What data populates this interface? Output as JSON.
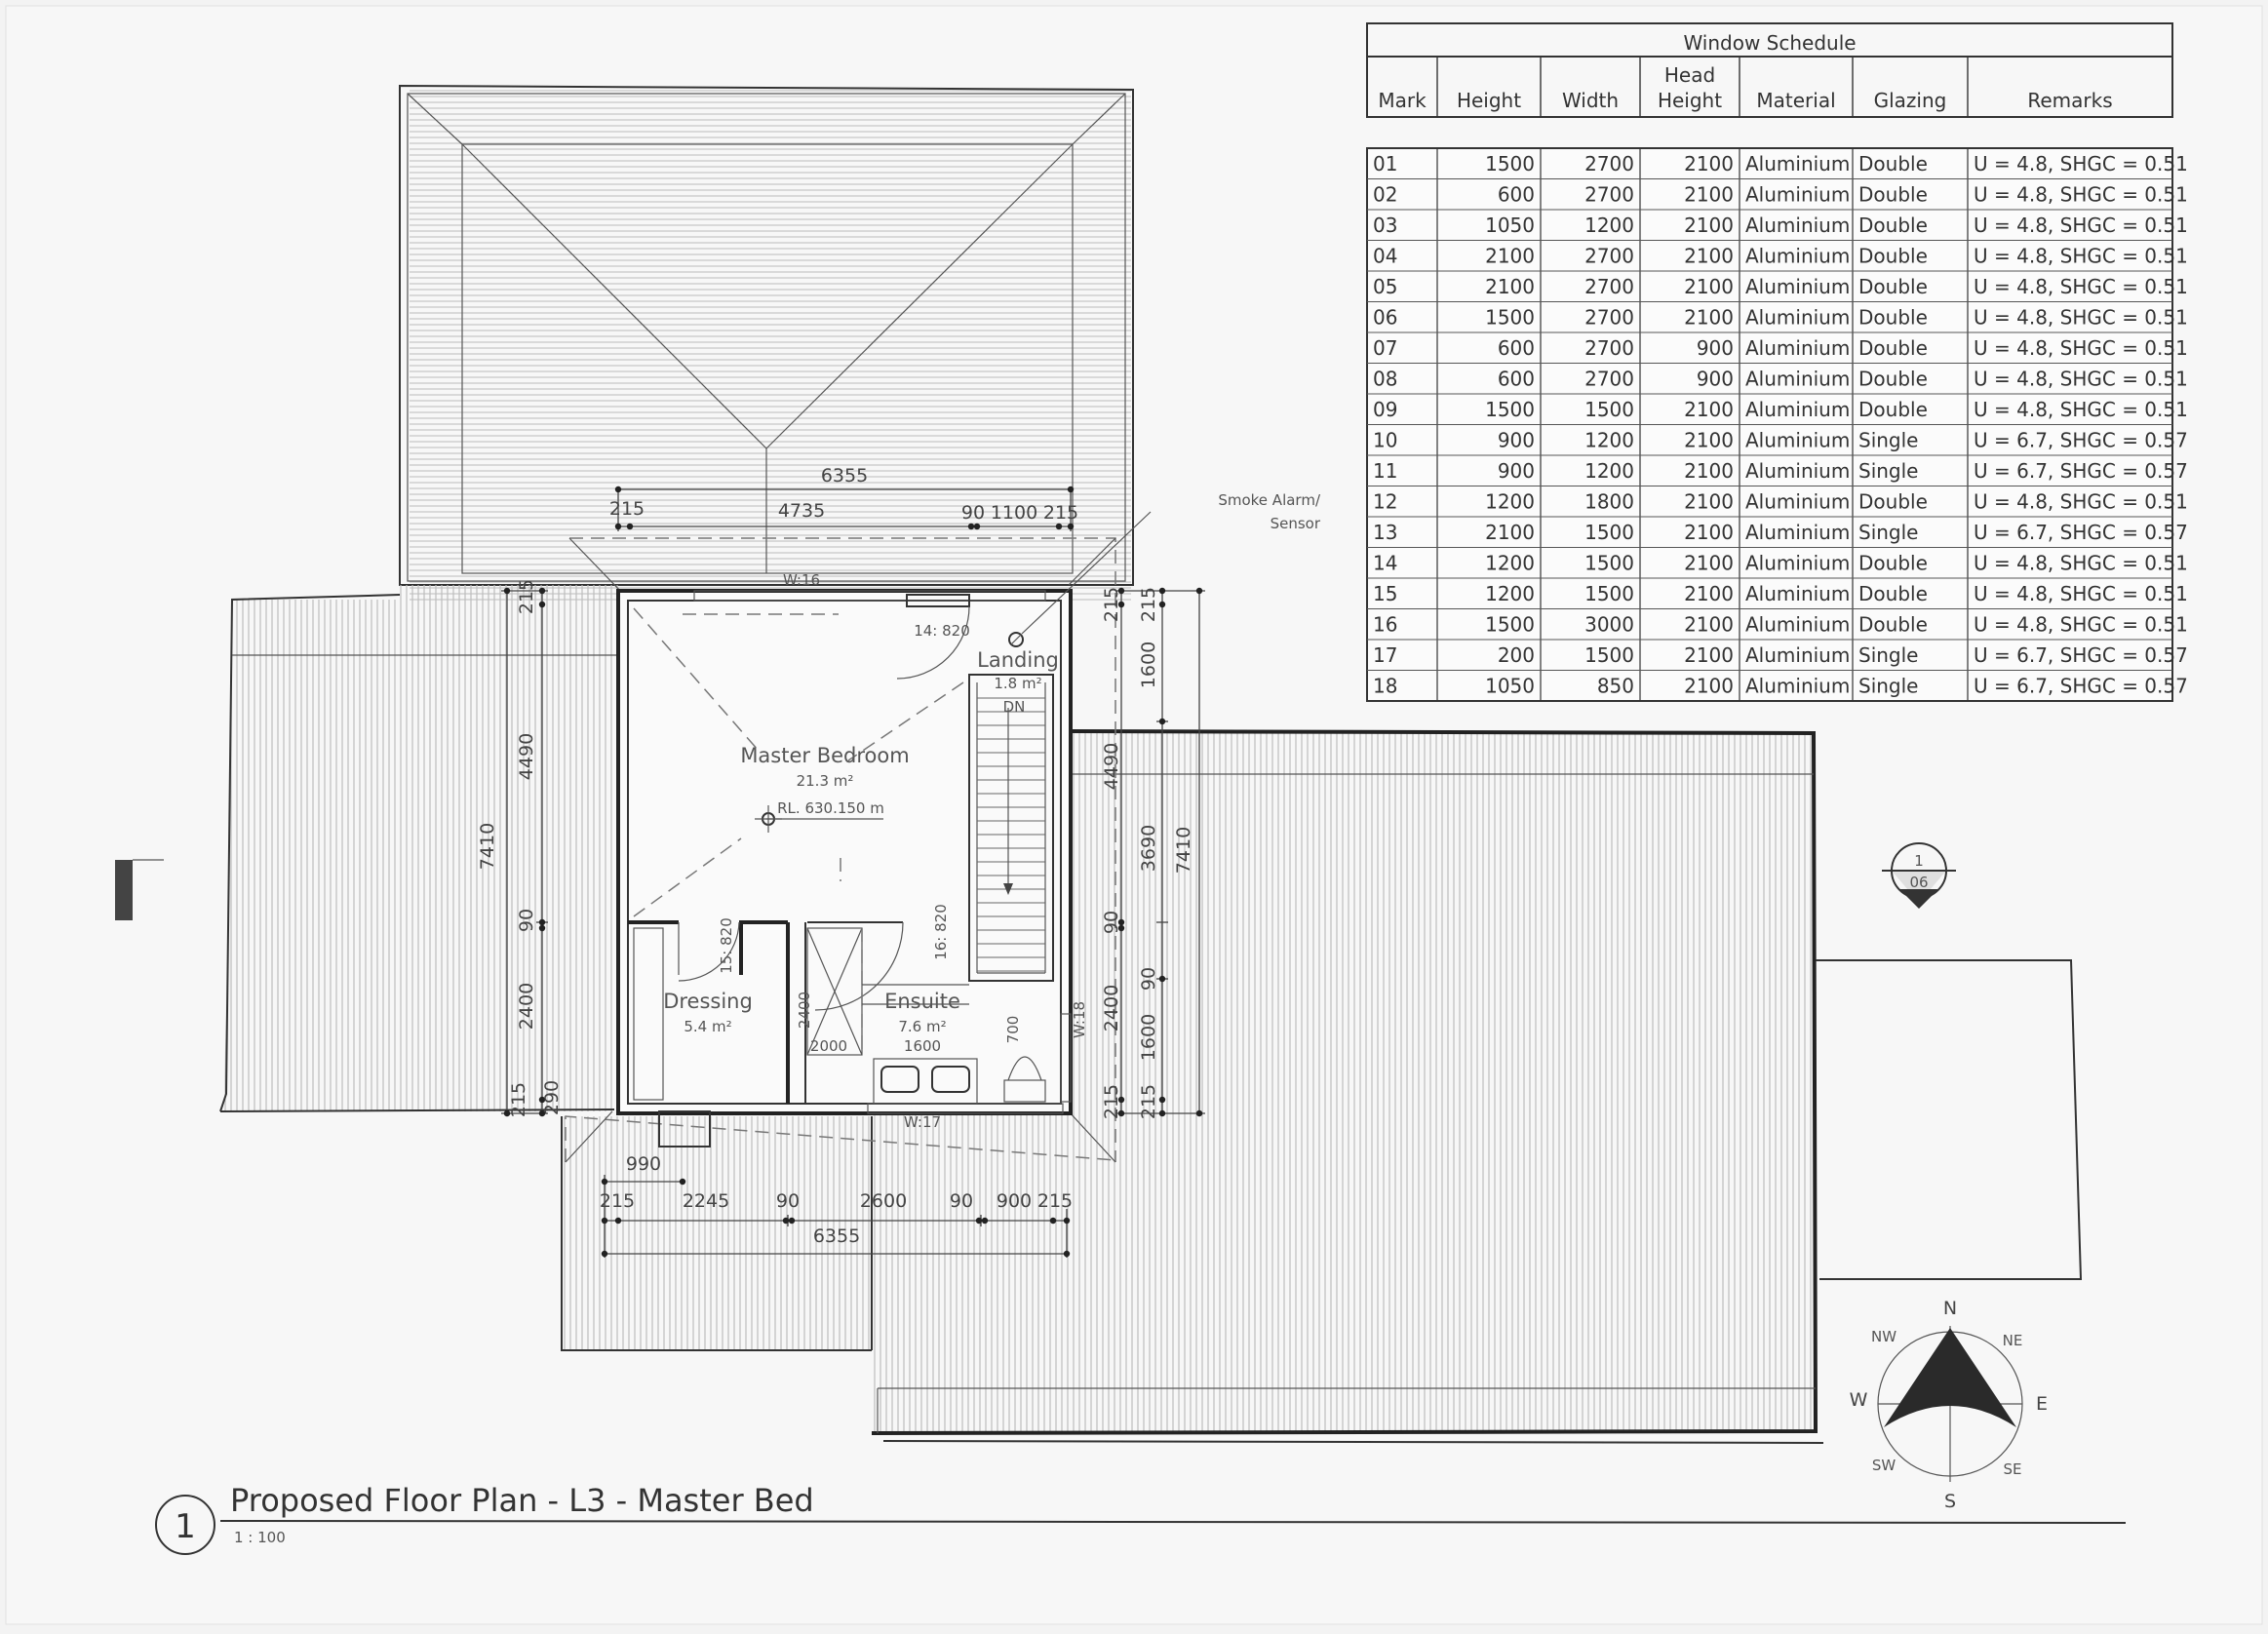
{
  "sheet": {
    "view_number": "1",
    "title": "Proposed Floor Plan - L3 - Master Bed",
    "scale": "1 : 100",
    "section_marker_top": "1",
    "section_marker_bottom": "06"
  },
  "rooms": {
    "master": {
      "name": "Master Bedroom",
      "area": "21.3 m²",
      "level": "RL. 630.150 m"
    },
    "landing": {
      "name": "Landing",
      "area": "1.8 m²",
      "stair": "DN"
    },
    "dressing": {
      "name": "Dressing",
      "area": "5.4 m²"
    },
    "ensuite": {
      "name": "Ensuite",
      "area": "7.6 m²"
    }
  },
  "annotations": {
    "smoke_alarm_line1": "Smoke Alarm/",
    "smoke_alarm_line2": "Sensor",
    "window_top": "W:16",
    "window_right": "W:18",
    "window_bottom": "W:17",
    "door_landing": "14: 820",
    "door_dressing": "15: 820",
    "door_ensuite": "16: 820",
    "shower_depth": "2400",
    "shower_width": "2000",
    "vanity_width": "1600",
    "wc_width": "700"
  },
  "dimensions": {
    "top_total": "6355",
    "top_215_left": "215",
    "top_4735": "4735",
    "top_90": "90",
    "top_1100": "1100",
    "top_215_right": "215",
    "left_215_top": "215",
    "left_4490": "4490",
    "left_7410": "7410",
    "left_90": "90",
    "left_2400": "2400",
    "left_215_bottom": "215",
    "left_290": "290",
    "right_215_a": "215",
    "right_215_b": "215",
    "right_1600_top": "1600",
    "right_4490": "4490",
    "right_3690": "3690",
    "right_7410": "7410",
    "right_90_a": "90",
    "right_90_b": "90",
    "right_2400": "2400",
    "right_1600_bottom": "1600",
    "right_215_c": "215",
    "right_215_d": "215",
    "bottom_990": "990",
    "bottom_215_left": "215",
    "bottom_2245": "2245",
    "bottom_90_a": "90",
    "bottom_2600": "2600",
    "bottom_90_b": "90",
    "bottom_900": "900",
    "bottom_215_right": "215",
    "bottom_total": "6355"
  },
  "compass": {
    "n": "N",
    "ne": "NE",
    "e": "E",
    "se": "SE",
    "s": "S",
    "sw": "SW",
    "w": "W",
    "nw": "NW"
  },
  "window_schedule": {
    "title": "Window Schedule",
    "headers": [
      "Mark",
      "Height",
      "Width",
      "Head Height",
      "Material",
      "Glazing",
      "Remarks"
    ],
    "rows": [
      [
        "01",
        "1500",
        "2700",
        "2100",
        "Aluminium",
        "Double",
        "U = 4.8, SHGC = 0.51"
      ],
      [
        "02",
        "600",
        "2700",
        "2100",
        "Aluminium",
        "Double",
        "U = 4.8, SHGC = 0.51"
      ],
      [
        "03",
        "1050",
        "1200",
        "2100",
        "Aluminium",
        "Double",
        "U = 4.8, SHGC = 0.51"
      ],
      [
        "04",
        "2100",
        "2700",
        "2100",
        "Aluminium",
        "Double",
        "U = 4.8, SHGC = 0.51"
      ],
      [
        "05",
        "2100",
        "2700",
        "2100",
        "Aluminium",
        "Double",
        "U = 4.8, SHGC = 0.51"
      ],
      [
        "06",
        "1500",
        "2700",
        "2100",
        "Aluminium",
        "Double",
        "U = 4.8, SHGC = 0.51"
      ],
      [
        "07",
        "600",
        "2700",
        "900",
        "Aluminium",
        "Double",
        "U = 4.8, SHGC = 0.51"
      ],
      [
        "08",
        "600",
        "2700",
        "900",
        "Aluminium",
        "Double",
        "U = 4.8, SHGC = 0.51"
      ],
      [
        "09",
        "1500",
        "1500",
        "2100",
        "Aluminium",
        "Double",
        "U = 4.8, SHGC = 0.51"
      ],
      [
        "10",
        "900",
        "1200",
        "2100",
        "Aluminium",
        "Single",
        "U = 6.7, SHGC = 0.57"
      ],
      [
        "11",
        "900",
        "1200",
        "2100",
        "Aluminium",
        "Single",
        "U = 6.7, SHGC = 0.57"
      ],
      [
        "12",
        "1200",
        "1800",
        "2100",
        "Aluminium",
        "Double",
        "U = 4.8, SHGC = 0.51"
      ],
      [
        "13",
        "2100",
        "1500",
        "2100",
        "Aluminium",
        "Single",
        "U = 6.7, SHGC = 0.57"
      ],
      [
        "14",
        "1200",
        "1500",
        "2100",
        "Aluminium",
        "Double",
        "U = 4.8, SHGC = 0.51"
      ],
      [
        "15",
        "1200",
        "1500",
        "2100",
        "Aluminium",
        "Double",
        "U = 4.8, SHGC = 0.51"
      ],
      [
        "16",
        "1500",
        "3000",
        "2100",
        "Aluminium",
        "Double",
        "U = 4.8, SHGC = 0.51"
      ],
      [
        "17",
        "200",
        "1500",
        "2100",
        "Aluminium",
        "Single",
        "U = 6.7, SHGC = 0.57"
      ],
      [
        "18",
        "1050",
        "850",
        "2100",
        "Aluminium",
        "Single",
        "U = 6.7, SHGC = 0.57"
      ]
    ]
  }
}
